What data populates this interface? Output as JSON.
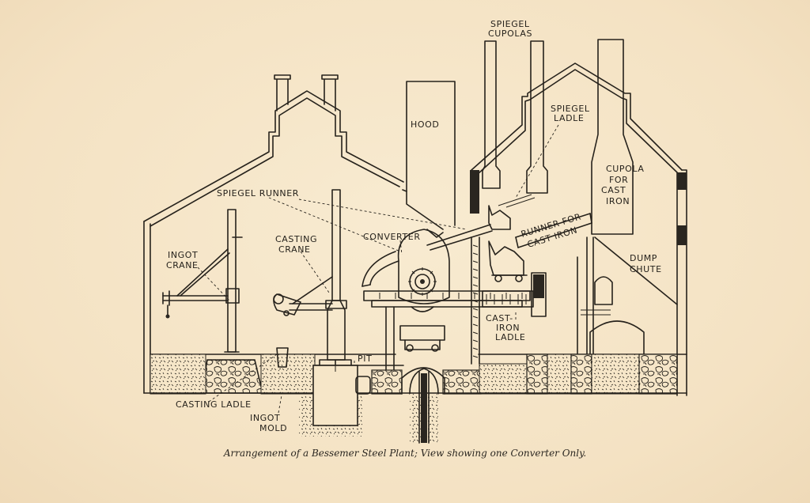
{
  "labels": {
    "spiegel_cupolas_line1": "SPIEGEL",
    "spiegel_cupolas_line2": "CUPOLAS",
    "hood": "HOOD",
    "spiegel_ladle_line1": "SPIEGEL",
    "spiegel_ladle_line2": "LADLE",
    "cupola_line1": "CUPOLA",
    "cupola_line2": "FOR",
    "cupola_line3": "CAST",
    "cupola_line4": "IRON",
    "spiegel_runner": "SPIEGEL RUNNER",
    "runner_line1": "RUNNER FOR",
    "runner_line2": "CAST IRON",
    "ingot_crane_line1": "INGOT",
    "ingot_crane_line2": "CRANE",
    "casting_crane_line1": "CASTING",
    "casting_crane_line2": "CRANE",
    "converter": "CONVERTER",
    "dump_chute_line1": "DUMP",
    "dump_chute_line2": "CHUTE",
    "cast_iron_ladle_line1": "CAST-",
    "cast_iron_ladle_line2": "IRON",
    "cast_iron_ladle_line3": "LADLE",
    "pit": "PIT",
    "casting_ladle": "CASTING LADLE",
    "ingot_mold_line1": "INGOT",
    "ingot_mold_line2": "MOLD"
  },
  "caption": "Arrangement of a Bessemer Steel Plant; View showing one Converter Only.",
  "colors": {
    "paper": "#f6e6c8",
    "ink": "#26221c"
  }
}
